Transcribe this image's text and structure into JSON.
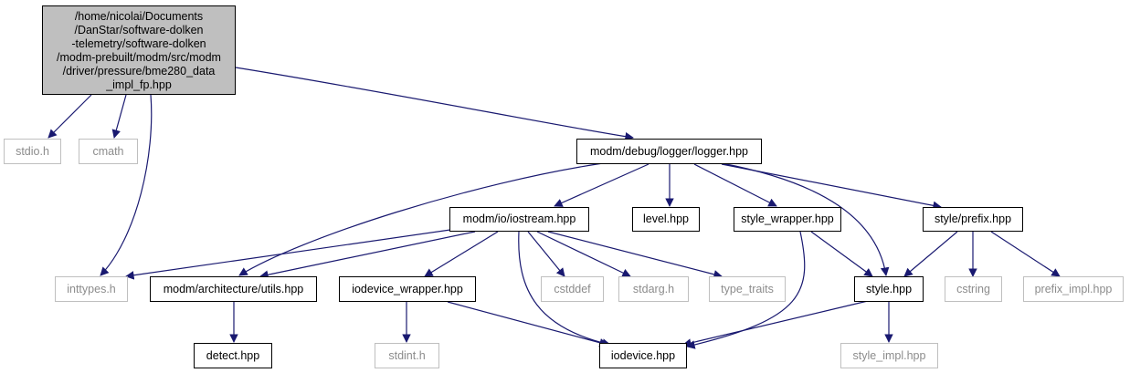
{
  "root": {
    "label": "/home/nicolai/Documents\n/DanStar/software-dolken\n-telemetry/software-dolken\n/modm-prebuilt/modm/src/modm\n/driver/pressure/bme280_data\n_impl_fp.hpp"
  },
  "nodes": {
    "stdio_h": "stdio.h",
    "cmath": "cmath",
    "logger_hpp": "modm/debug/logger/logger.hpp",
    "iostream_hpp": "modm/io/iostream.hpp",
    "level_hpp": "level.hpp",
    "style_wrapper_hpp": "style_wrapper.hpp",
    "style_prefix_hpp": "style/prefix.hpp",
    "inttypes_h": "inttypes.h",
    "utils_hpp": "modm/architecture/utils.hpp",
    "iodevice_wrapper_hpp": "iodevice_wrapper.hpp",
    "cstddef": "cstddef",
    "stdarg_h": "stdarg.h",
    "type_traits": "type_traits",
    "style_hpp": "style.hpp",
    "cstring": "cstring",
    "prefix_impl_hpp": "prefix_impl.hpp",
    "detect_hpp": "detect.hpp",
    "stdint_h": "stdint.h",
    "iodevice_hpp": "iodevice.hpp",
    "style_impl_hpp": "style_impl.hpp"
  },
  "colors": {
    "edge": "#191970",
    "root_fill": "#bfbfbf",
    "grey_border": "#bfbfbf",
    "grey_text": "#8c8c8c"
  }
}
